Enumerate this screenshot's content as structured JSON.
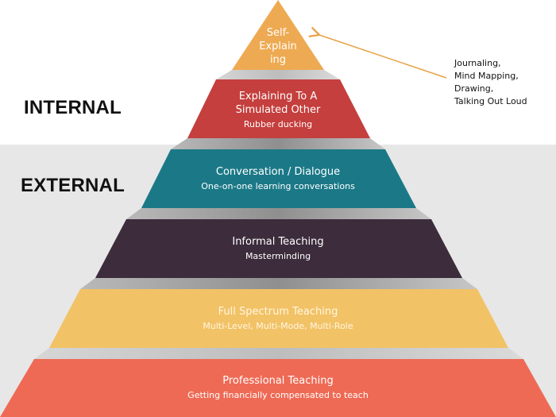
{
  "zones": {
    "internal": "INTERNAL",
    "external": "EXTERNAL"
  },
  "levels": [
    {
      "title_lines": [
        "Self-",
        "Explain",
        "ing"
      ],
      "color": "#eeaa52"
    },
    {
      "title_lines": [
        "Explaining To A",
        "Simulated Other"
      ],
      "subtitle": "Rubber ducking",
      "color": "#c43f3d"
    },
    {
      "title": "Conversation / Dialogue",
      "subtitle": "One-on-one learning conversations",
      "color": "#1b7987"
    },
    {
      "title": "Informal Teaching",
      "subtitle": "Masterminding",
      "color": "#3c2c3c"
    },
    {
      "title": "Full Spectrum Teaching",
      "subtitle": "Multi-Level, Multi-Mode, Multi-Role",
      "color": "#f2c266"
    },
    {
      "title": "Professional Teaching",
      "subtitle": "Getting financially compensated to teach",
      "color": "#ee6a55"
    }
  ],
  "annotation": {
    "lines": [
      "Journaling,",
      "Mind Mapping,",
      "Drawing,",
      "Talking Out Loud"
    ],
    "arrow_color": "#e8a245"
  }
}
